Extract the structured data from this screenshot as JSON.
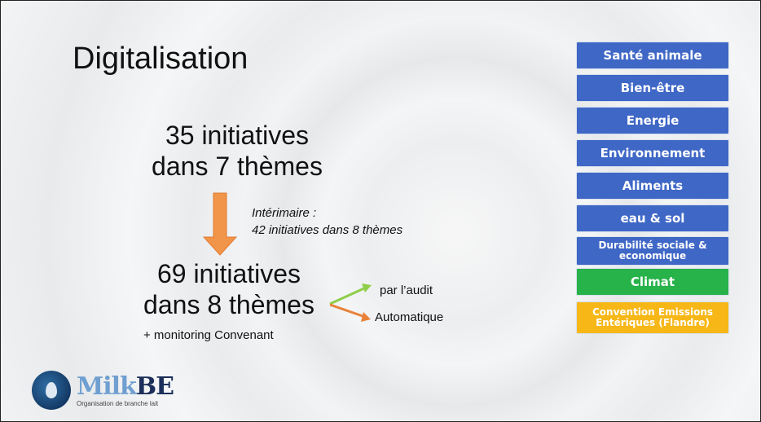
{
  "slide": {
    "title": "Digitalisation",
    "initial": {
      "line1": "35 initiatives",
      "line2": "dans 7 thèmes"
    },
    "interim": {
      "line1": "Intérimaire :",
      "line2": "42 initiatives dans 8 thèmes"
    },
    "result": {
      "line1": "69 initiatives",
      "line2": "dans 8 thèmes"
    },
    "monitoring": "+ monitoring Convenant",
    "branch_audit": "par l’audit",
    "branch_auto": "Automatique"
  },
  "themes": [
    {
      "label": "Santé animale",
      "color": "#3f67c6"
    },
    {
      "label": "Bien-être",
      "color": "#3f67c6"
    },
    {
      "label": "Energie",
      "color": "#3f67c6"
    },
    {
      "label": "Environnement",
      "color": "#3f67c6"
    },
    {
      "label": "Aliments",
      "color": "#3f67c6"
    },
    {
      "label": "eau & sol",
      "color": "#3f67c6"
    },
    {
      "label": "Durabilité sociale & economique",
      "color": "#3f67c6"
    },
    {
      "label": "Climat",
      "color": "#27b24a"
    },
    {
      "label": "Convention Emissions Entériques (Flandre)",
      "color": "#f7b717"
    }
  ],
  "logo": {
    "word_milk": "Milk",
    "word_be": "BE",
    "subtitle": "Organisation de branche lait"
  },
  "colors": {
    "arrow_down": "#f0954a",
    "arrow_green": "#8fce4a",
    "arrow_orange": "#e8823a"
  }
}
